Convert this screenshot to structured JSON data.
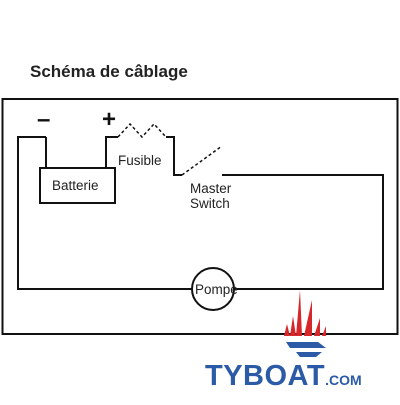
{
  "diagram": {
    "title": "Schéma de câblage",
    "minus_sign": "–",
    "plus_sign": "+",
    "battery_label": "Batterie",
    "fuse_label": "Fusible",
    "switch_label_line1": "Master",
    "switch_label_line2": "Switch",
    "pump_label": "Pompe"
  },
  "logo": {
    "name": "TYBOAT",
    "domain": ".COM",
    "colors": {
      "text": "#2b5aa6",
      "sail": "#d6262a"
    }
  },
  "colors": {
    "line": "#111111",
    "frame": "#111111"
  }
}
